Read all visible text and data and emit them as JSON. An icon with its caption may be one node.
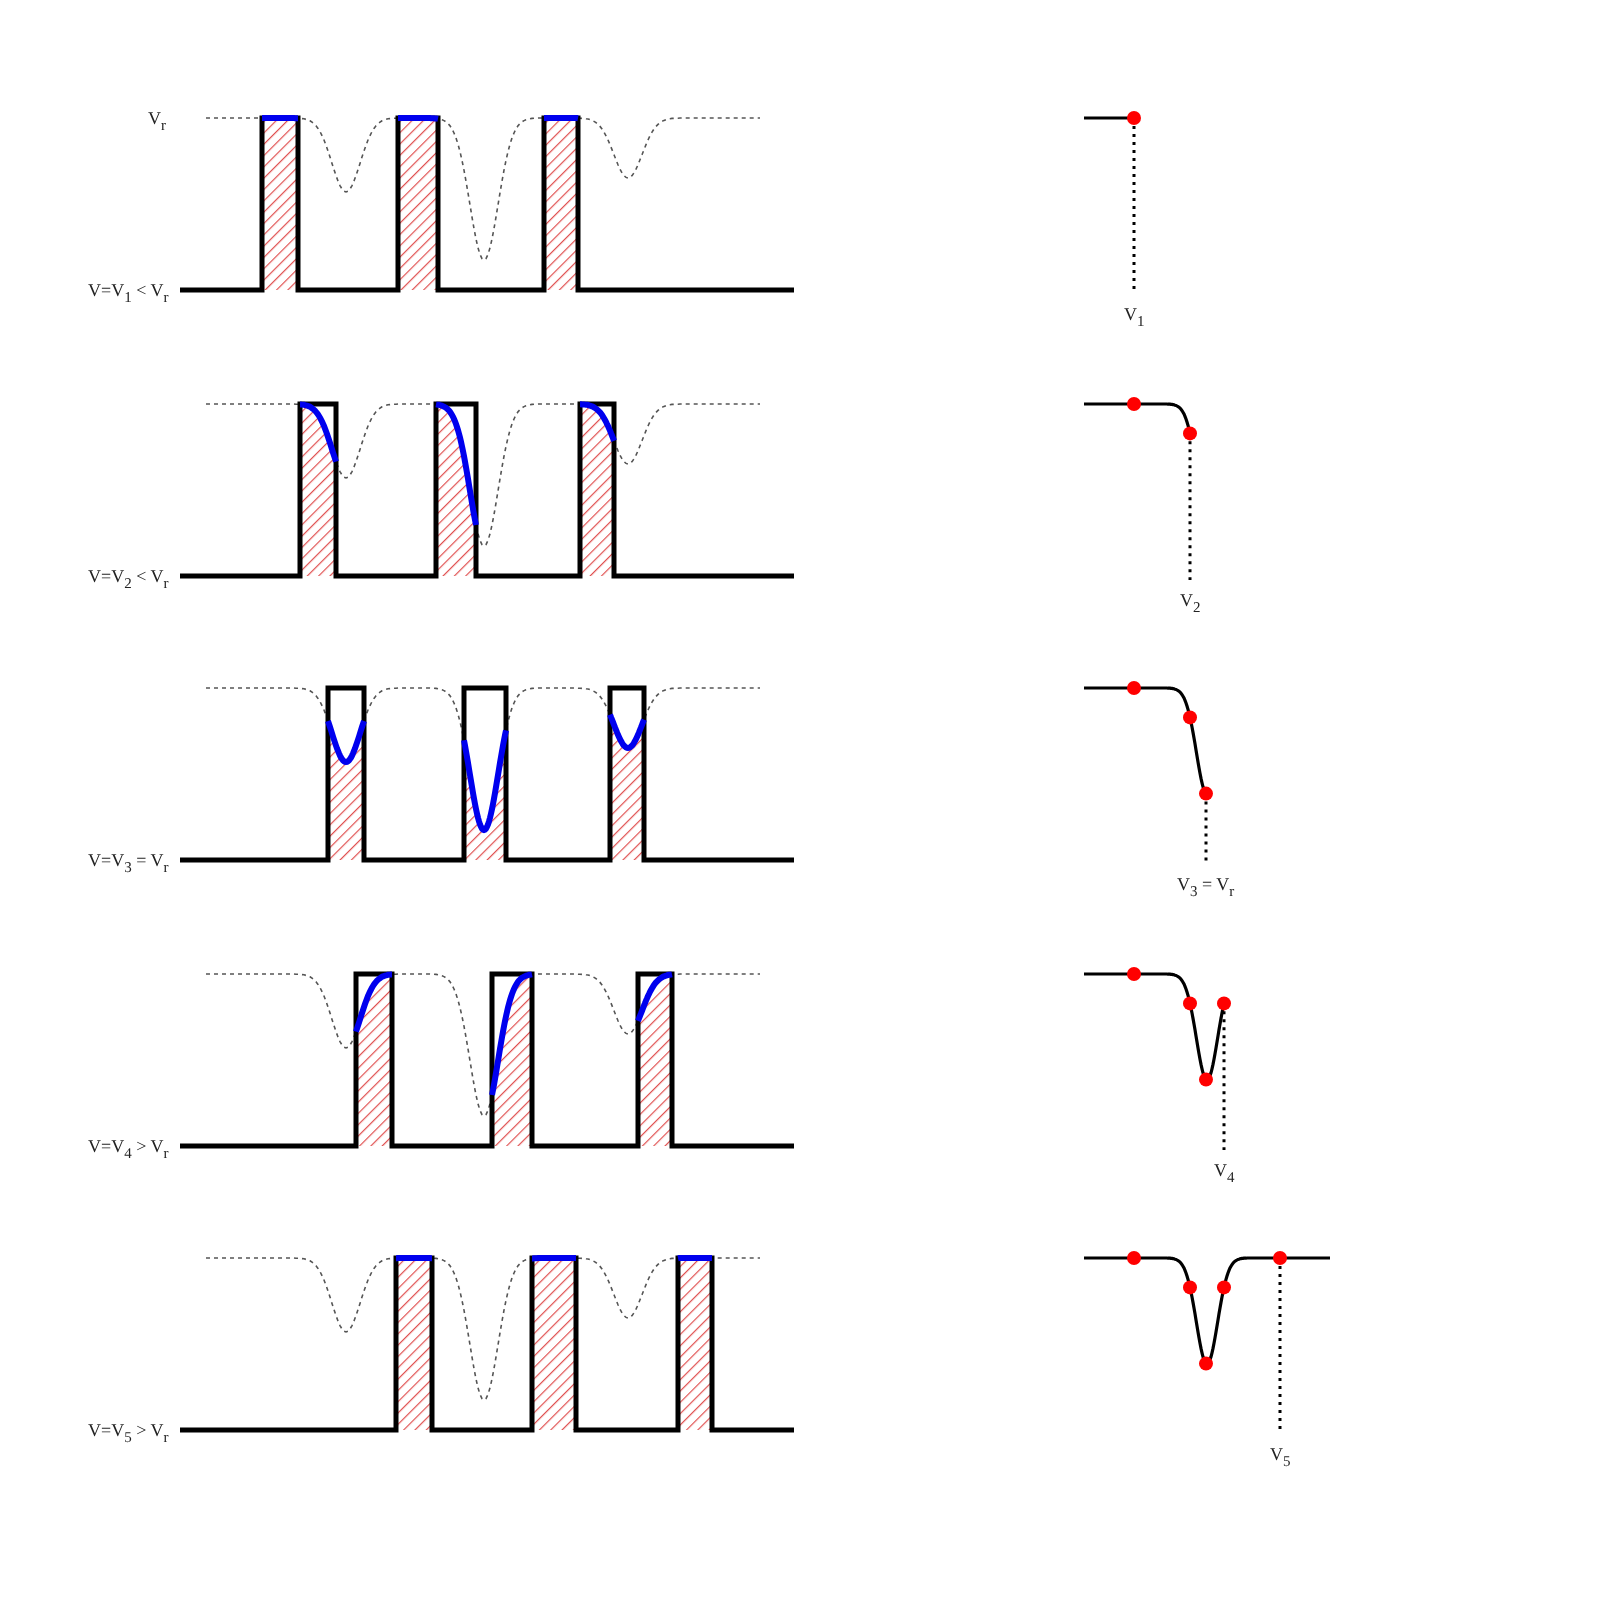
{
  "diagram": {
    "labels": [
      "V$_{r}$",
      "V=V$_{1}$ < V$_{r}$",
      "V$_{1}$",
      "V=V$_{2}$ < V$_{r}$",
      "V$_{2}$",
      "V=V$_{3}$ = V$_{r}$",
      "V$_{3}$ = V$_{r}$",
      "V=V$_{4}$ > V$_{r}$",
      "V$_{4}$",
      "V=V$_{5}$ > V$_{r}$",
      "V$_{5}$"
    ]
  }
}
